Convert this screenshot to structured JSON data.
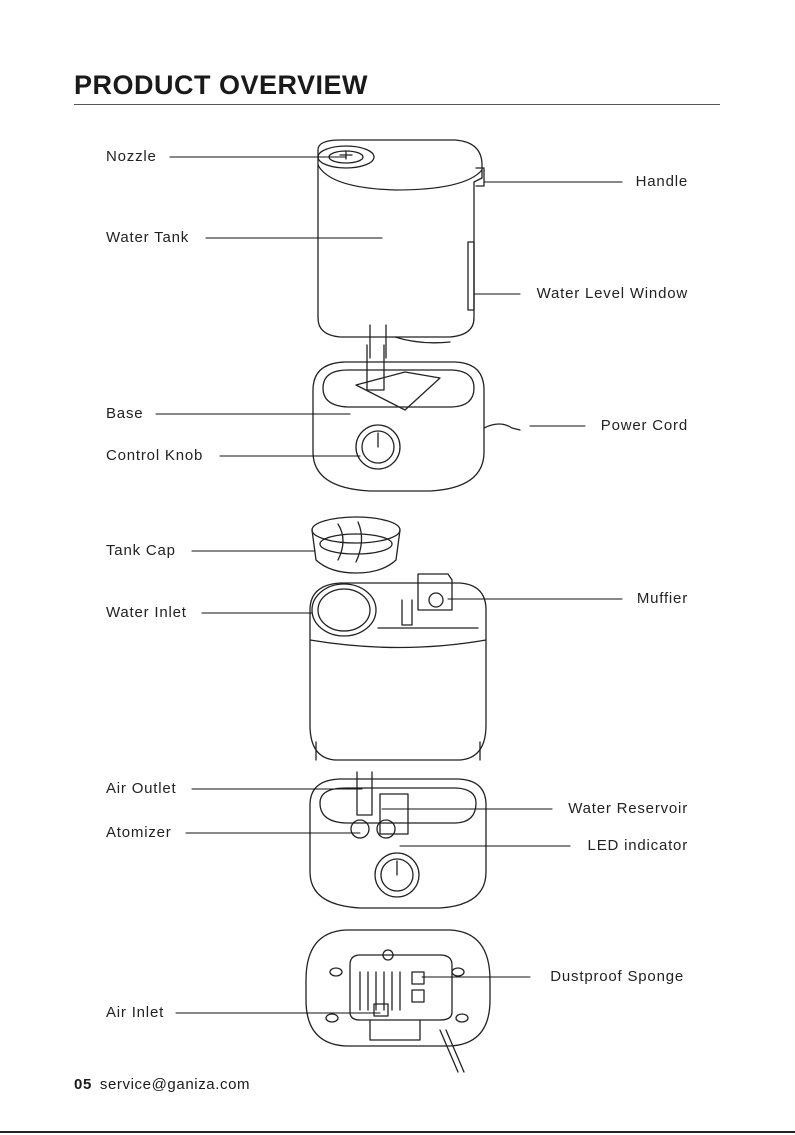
{
  "heading": "PRODUCT OVERVIEW",
  "labels": {
    "nozzle": "Nozzle",
    "water_tank": "Water Tank",
    "handle": "Handle",
    "water_level_window": "Water Level Window",
    "base": "Base",
    "power_cord": "Power Cord",
    "control_knob": "Control Knob",
    "tank_cap": "Tank Cap",
    "water_inlet": "Water Inlet",
    "muffler": "Muffier",
    "air_outlet": "Air Outlet",
    "water_reservoir": "Water Reservoir",
    "atomizer": "Atomizer",
    "led_indicator": "LED indicator",
    "dustproof_sponge": "Dustproof Sponge",
    "air_inlet": "Air Inlet"
  },
  "footer": {
    "page_number": "05",
    "email": "service@ganiza.com"
  }
}
